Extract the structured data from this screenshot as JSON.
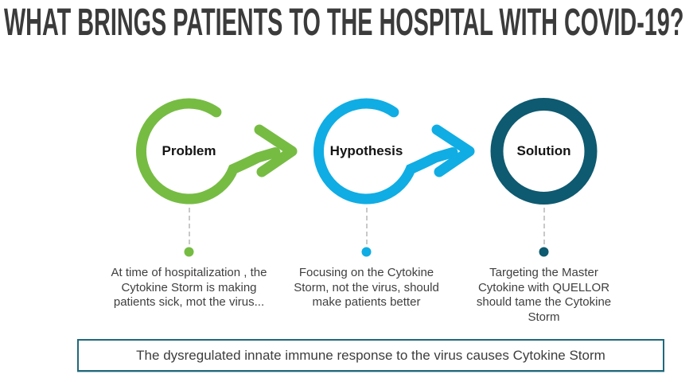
{
  "title": "WHAT BRINGS PATIENTS TO THE HOSPITAL WITH COVID-19?",
  "steps": [
    {
      "label": "Problem",
      "description": "At time of hospitalization , the Cytokine Storm is making patients sick, mot the virus...",
      "color": "#76bc43",
      "has_arrow": true
    },
    {
      "label": "Hypothesis",
      "description": "Focusing on the Cytokine Storm, not the virus, should make patients better",
      "color": "#0fade4",
      "has_arrow": true
    },
    {
      "label": "Solution",
      "description": "Targeting the Master Cytokine with QUELLOR should tame the Cytokine Storm",
      "color": "#0e5a70",
      "has_arrow": false
    }
  ],
  "footer": {
    "text": "The dysregulated innate immune response to the virus causes Cytokine Storm",
    "border_color": "#20697b"
  },
  "colors": {
    "background": "#ffffff",
    "title_text": "#3b3b3b",
    "body_text": "#3f3f3f",
    "connector_dash": "#c9c9c9"
  }
}
